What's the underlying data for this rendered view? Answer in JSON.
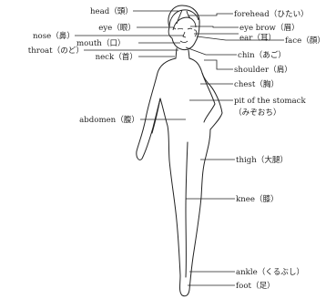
{
  "labels": {
    "head": "head（頭）",
    "forehead": "forehead（ひたい）",
    "eye_brow": "eye brow（眉）",
    "eye": "eye（眼）",
    "nose": "nose（鼻）",
    "ear": "ear（耳）",
    "mouth": "mouth（口）",
    "face": "face（顔）",
    "throat": "throat（のど）",
    "neck": "neck（首）",
    "chin": "chin（あご）",
    "shoulder": "shoulder（肩）",
    "chest": "chest（胸）",
    "pit_line1": "pit of the stomack",
    "pit_line2": "（みぞおち）",
    "abdomen": "abdomen（腹）",
    "thigh": "thigh（大腿）",
    "knee": "knee（膝）",
    "ankle": "ankle（くるぶし）",
    "foot": "foot（足）"
  }
}
